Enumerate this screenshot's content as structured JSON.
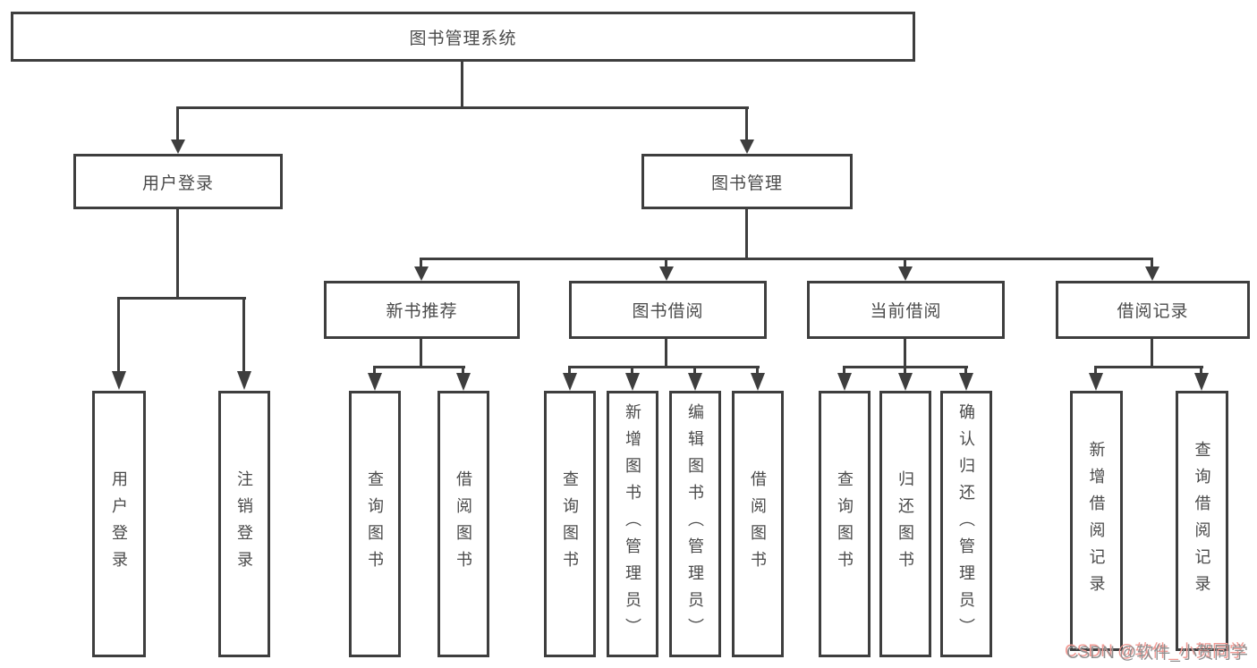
{
  "nodes": {
    "root": "图书管理系统",
    "user_login": "用户登录",
    "book_mgmt": "图书管理",
    "new_book_rec": "新书推荐",
    "book_borrow": "图书借阅",
    "current_borrow": "当前借阅",
    "borrow_record": "借阅记录",
    "leaf_user_login": "用户登录",
    "leaf_logout": "注销登录",
    "leaf_query_book_rec": "查询图书",
    "leaf_borrow_book_rec": "借阅图书",
    "leaf_query_book_borrow": "查询图书",
    "leaf_add_book": "新增图书（管理员）",
    "leaf_edit_book": "编辑图书（管理员）",
    "leaf_borrow_book_borrow": "借阅图书",
    "leaf_query_book_current": "查询图书",
    "leaf_return_book": "归还图书",
    "leaf_confirm_return": "确认归还（管理员）",
    "leaf_add_borrow_record": "新增借阅记录",
    "leaf_query_borrow_record": "查询借阅记录"
  },
  "watermark": {
    "text": "CSDN @软件_小贺同学"
  },
  "colors": {
    "line": "#3e3e3e",
    "text": "#4a4a4a",
    "watermark_gray": "#8f8f8f",
    "watermark_pink": "#f09a94"
  }
}
